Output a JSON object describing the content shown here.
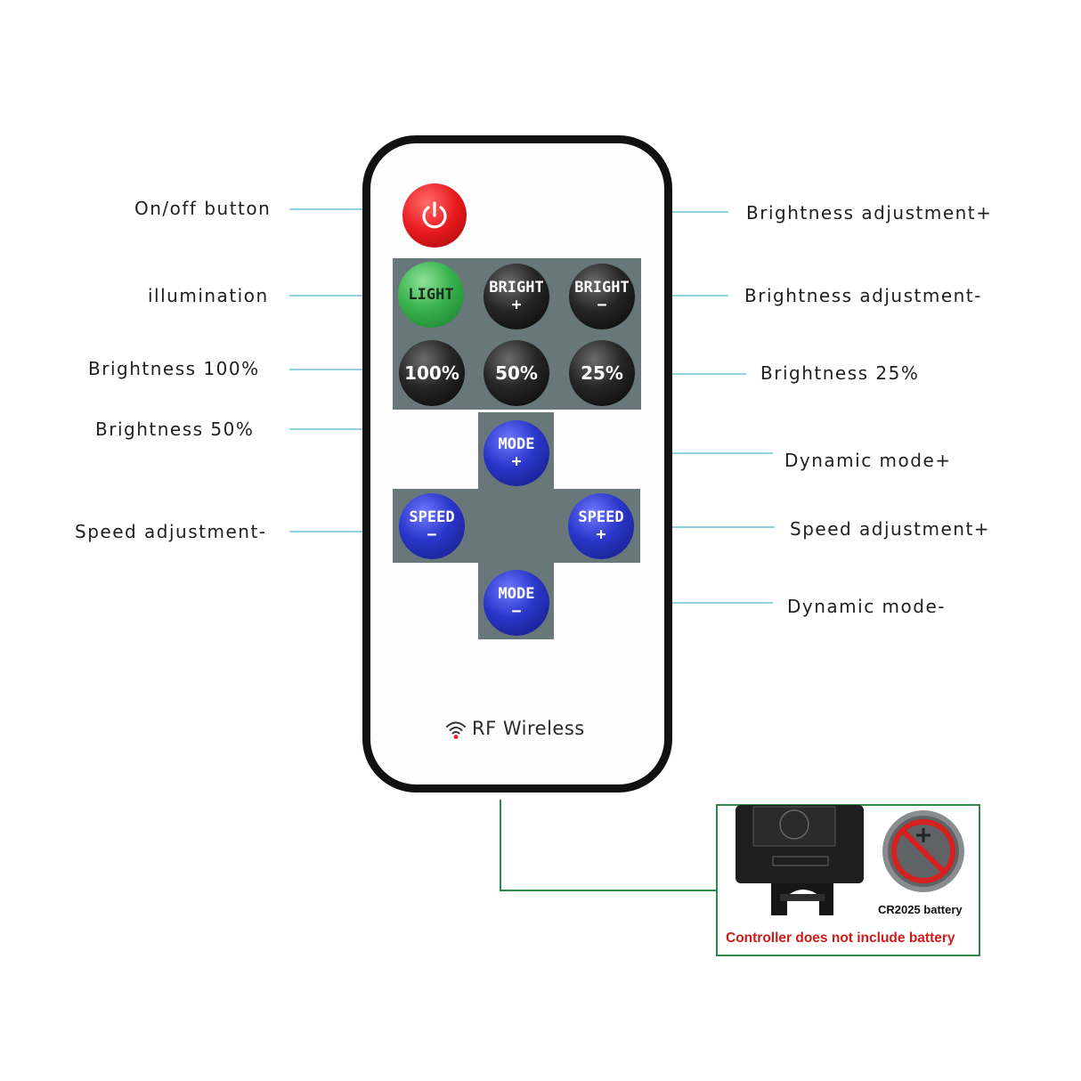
{
  "labels": {
    "on_off": "On/off button",
    "illumination": "illumination",
    "brightness_100": "Brightness 100%",
    "brightness_50": "Brightness 50%",
    "speed_minus": "Speed adjustment-",
    "brightness_plus": "Brightness adjustment+",
    "brightness_minus": "Brightness adjustment-",
    "brightness_25": "Brightness 25%",
    "mode_plus": "Dynamic mode+",
    "speed_plus": "Speed adjustment+",
    "mode_minus": "Dynamic mode-"
  },
  "buttons": {
    "light": "LIGHT",
    "bright_plus": [
      "BRIGHT",
      "+"
    ],
    "bright_minus": [
      "BRIGHT",
      "−"
    ],
    "pct_100": "100%",
    "pct_50": "50%",
    "pct_25": "25%",
    "mode_plus": [
      "MODE",
      "+"
    ],
    "mode_minus": [
      "MODE",
      "−"
    ],
    "speed_minus": [
      "SPEED",
      "−"
    ],
    "speed_plus": [
      "SPEED",
      "+"
    ]
  },
  "remote": {
    "rf_label": "RF Wireless"
  },
  "inset": {
    "battery_label": "CR2025 battery",
    "warning": "Controller does not include battery"
  },
  "colors": {
    "leader_line": "#6cc3d8",
    "panel": "#68787a",
    "inset_border": "#2f8a4a",
    "warning_text": "#d01a1a"
  }
}
